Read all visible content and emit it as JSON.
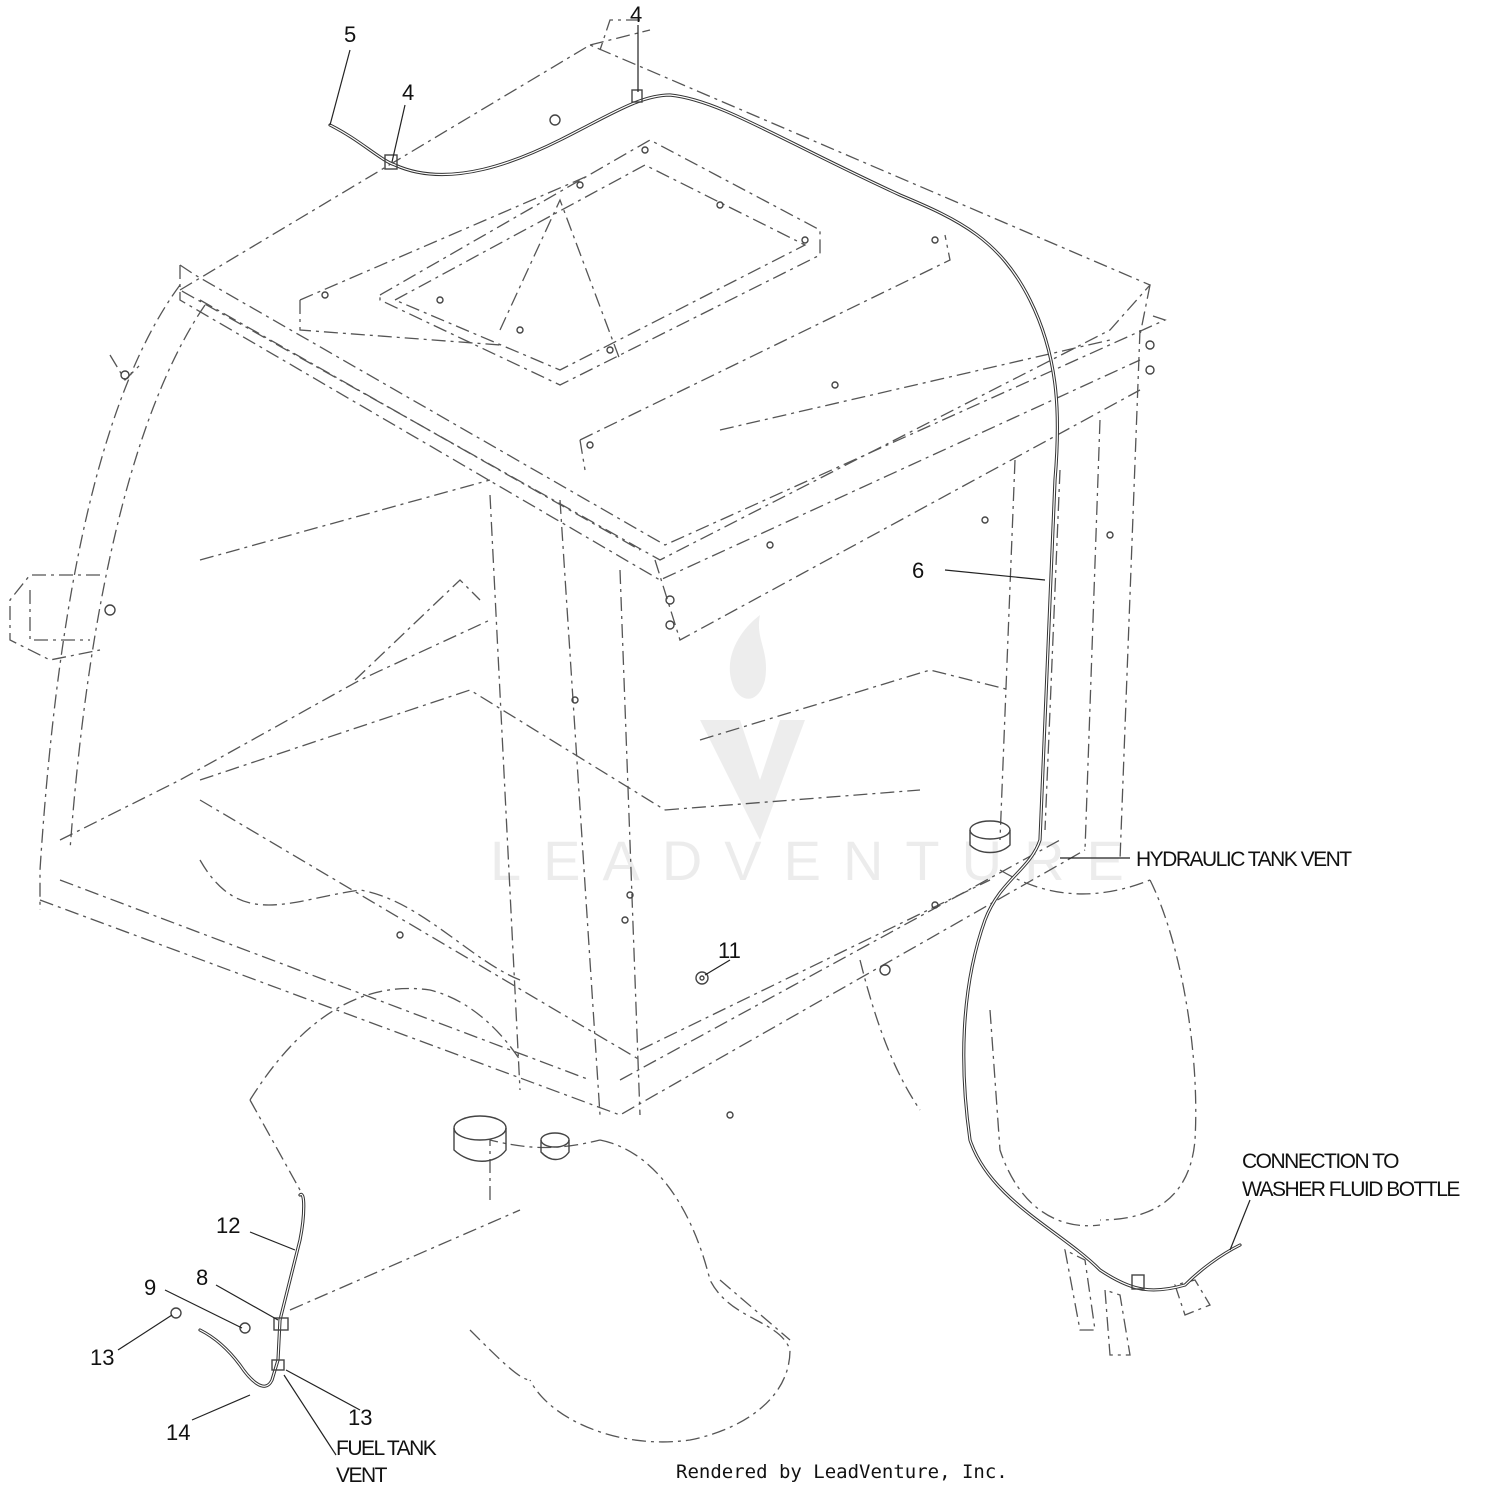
{
  "callouts": [
    {
      "id": "c5",
      "label": "5"
    },
    {
      "id": "c4a",
      "label": "4"
    },
    {
      "id": "c4b",
      "label": "4"
    },
    {
      "id": "c6",
      "label": "6"
    },
    {
      "id": "c11",
      "label": "11"
    },
    {
      "id": "c12",
      "label": "12"
    },
    {
      "id": "c8",
      "label": "8"
    },
    {
      "id": "c9",
      "label": "9"
    },
    {
      "id": "c13a",
      "label": "13"
    },
    {
      "id": "c13b",
      "label": "13"
    },
    {
      "id": "c14",
      "label": "14"
    }
  ],
  "notes": {
    "hydraulic_tank_vent": "HYDRAULIC TANK VENT",
    "washer_line1": "CONNECTION TO",
    "washer_line2": "WASHER FLUID BOTTLE",
    "fuel_line1": "FUEL TANK",
    "fuel_line2": "VENT"
  },
  "watermark": "LEADVENTURE",
  "footer": "Rendered by LeadVenture, Inc."
}
